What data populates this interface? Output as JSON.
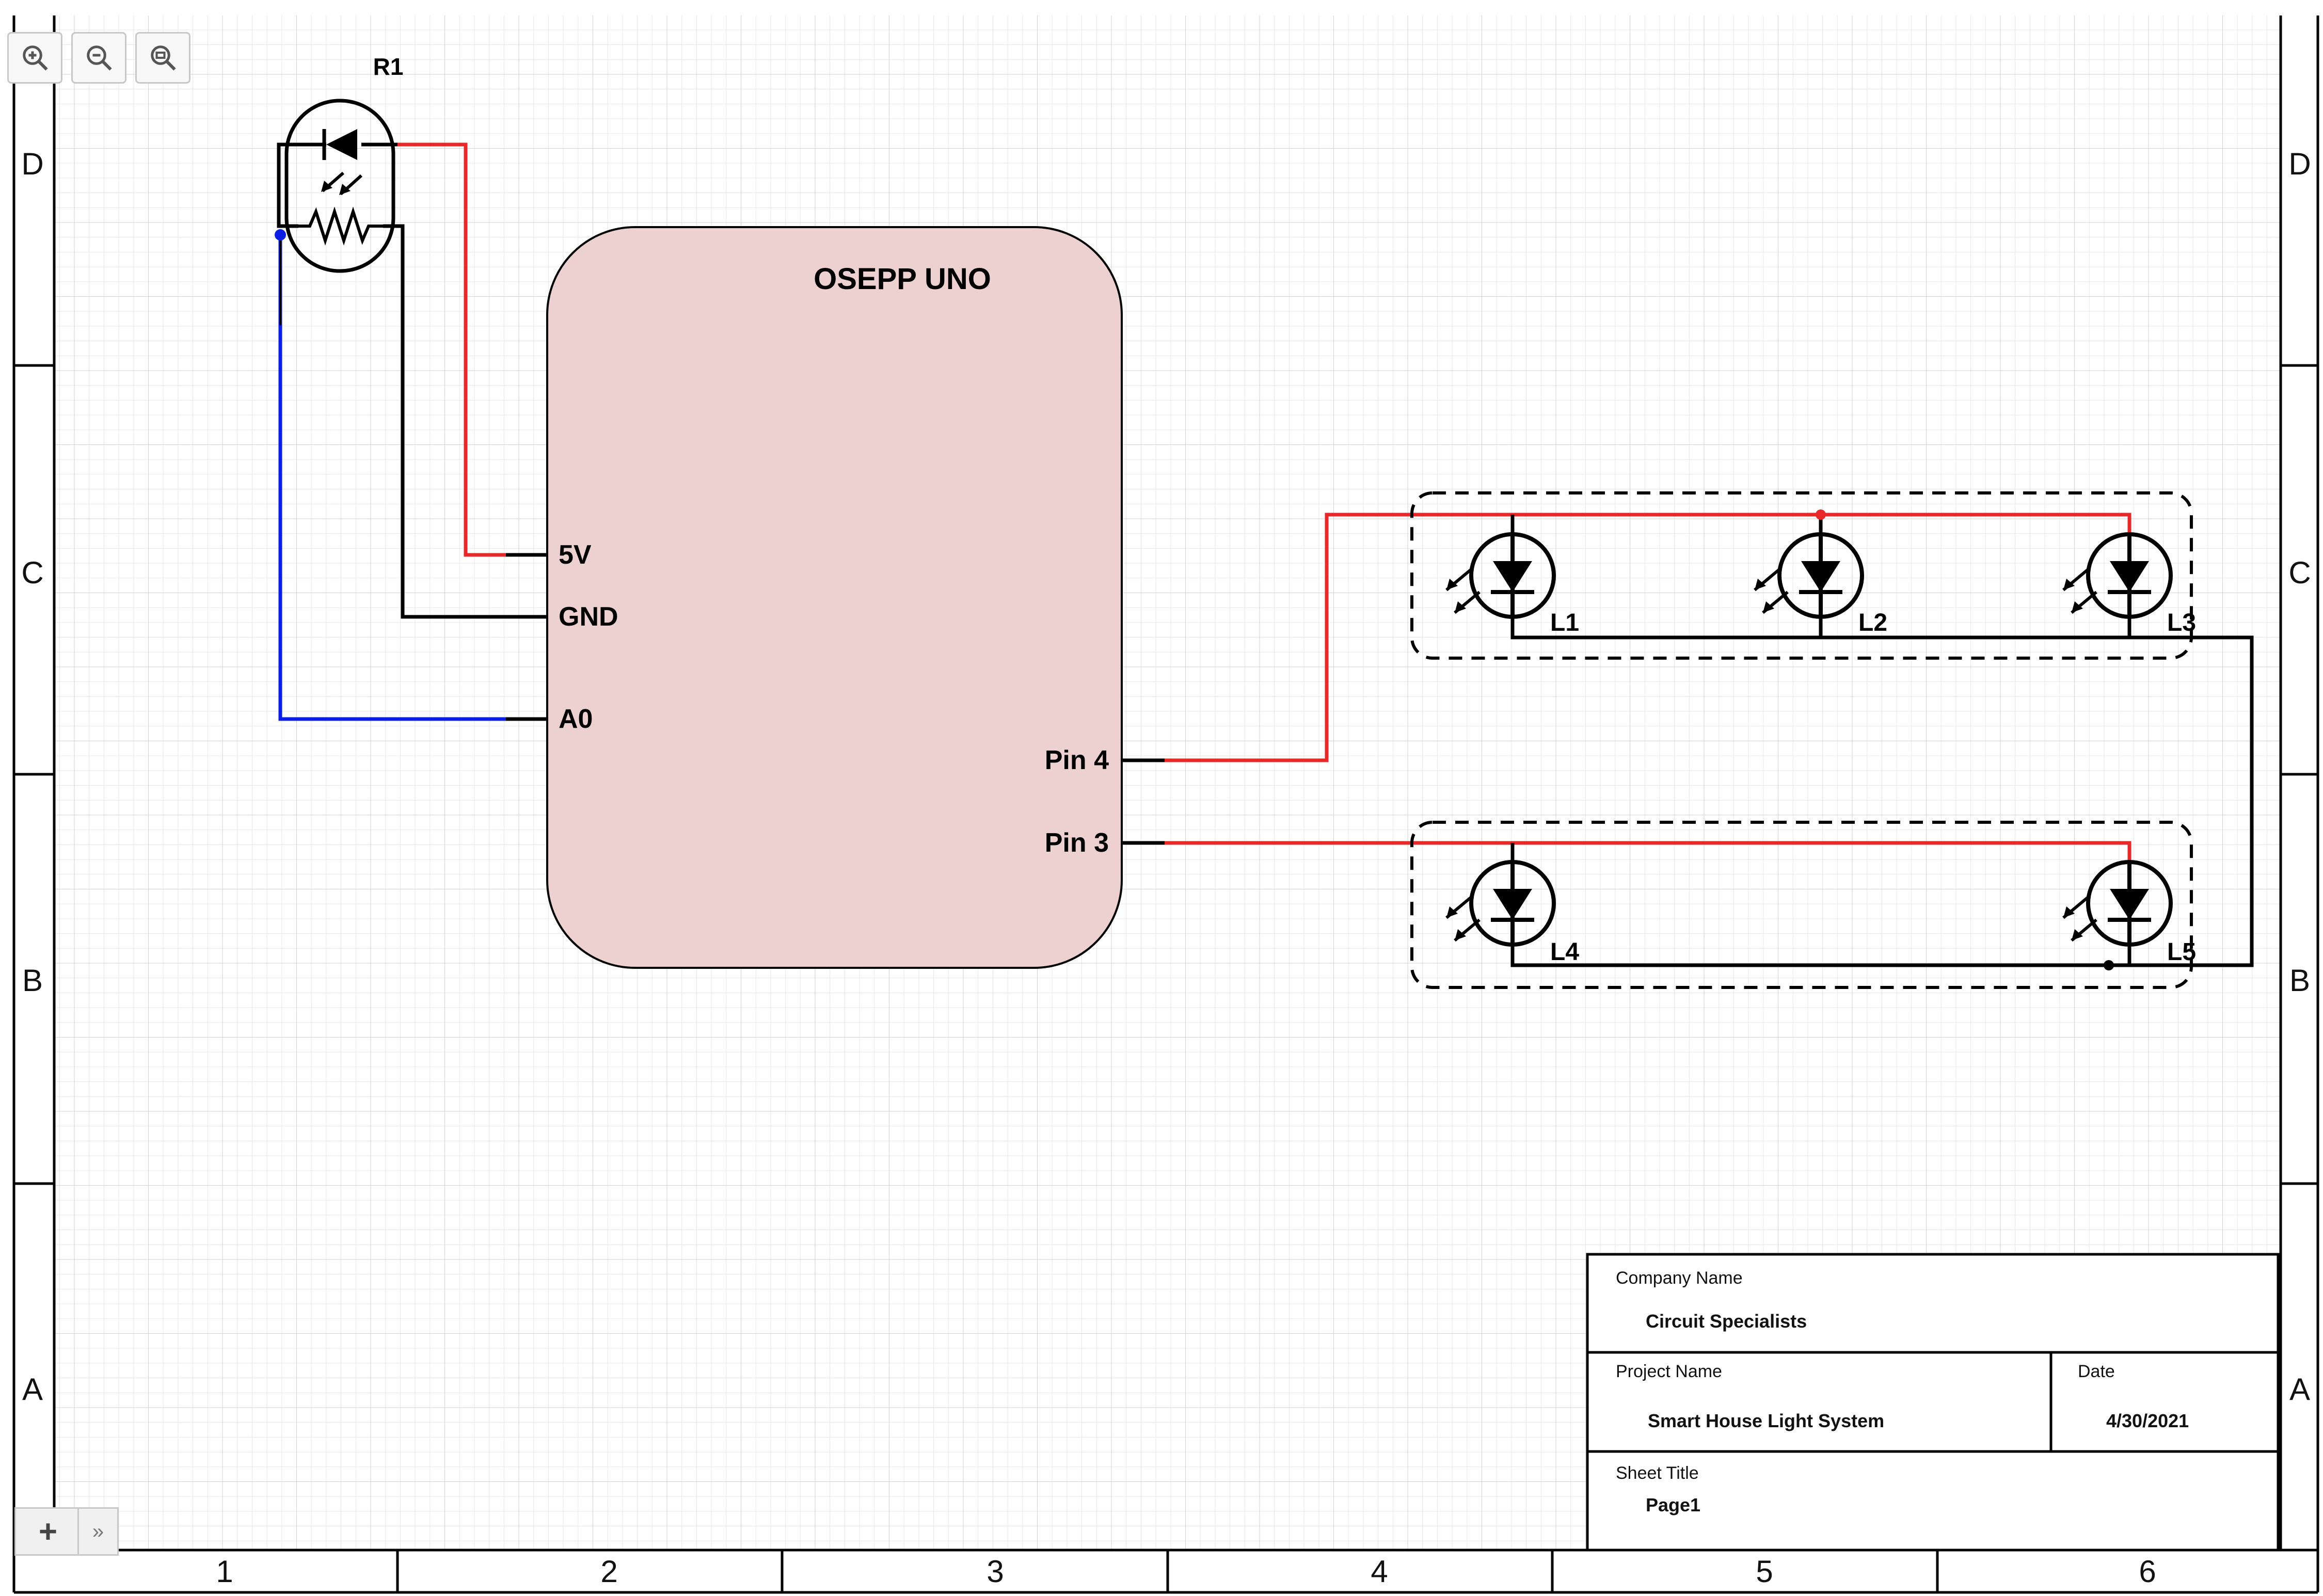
{
  "toolbar": {
    "zoom_in_icon": "zoom-in-icon",
    "zoom_out_icon": "zoom-out-icon",
    "zoom_reset_icon": "zoom-reset-icon",
    "add_page_label": "+",
    "more_pages_label": "»"
  },
  "frame": {
    "rows": [
      "D",
      "C",
      "B",
      "A"
    ],
    "columns": [
      "1",
      "2",
      "3",
      "4",
      "5",
      "6"
    ]
  },
  "components": {
    "sensor": {
      "ref": "R1"
    },
    "board": {
      "name": "OSEPP UNO",
      "pins_left": [
        "5V",
        "GND",
        "A0"
      ],
      "pins_right": [
        "Pin 4",
        "Pin 3"
      ]
    },
    "leds": [
      "L1",
      "L2",
      "L3",
      "L4",
      "L5"
    ]
  },
  "wire_colors": {
    "power": "#e8292a",
    "ground": "#000000",
    "signal": "#0a1ee6"
  },
  "board_fill": "#edd0d0",
  "title_block": {
    "company_label": "Company Name",
    "company_value": "Circuit Specialists",
    "project_label": "Project Name",
    "project_value": "Smart House Light System",
    "date_label": "Date",
    "date_value": "4/30/2021",
    "sheet_label": "Sheet Title",
    "sheet_value": "Page1"
  }
}
